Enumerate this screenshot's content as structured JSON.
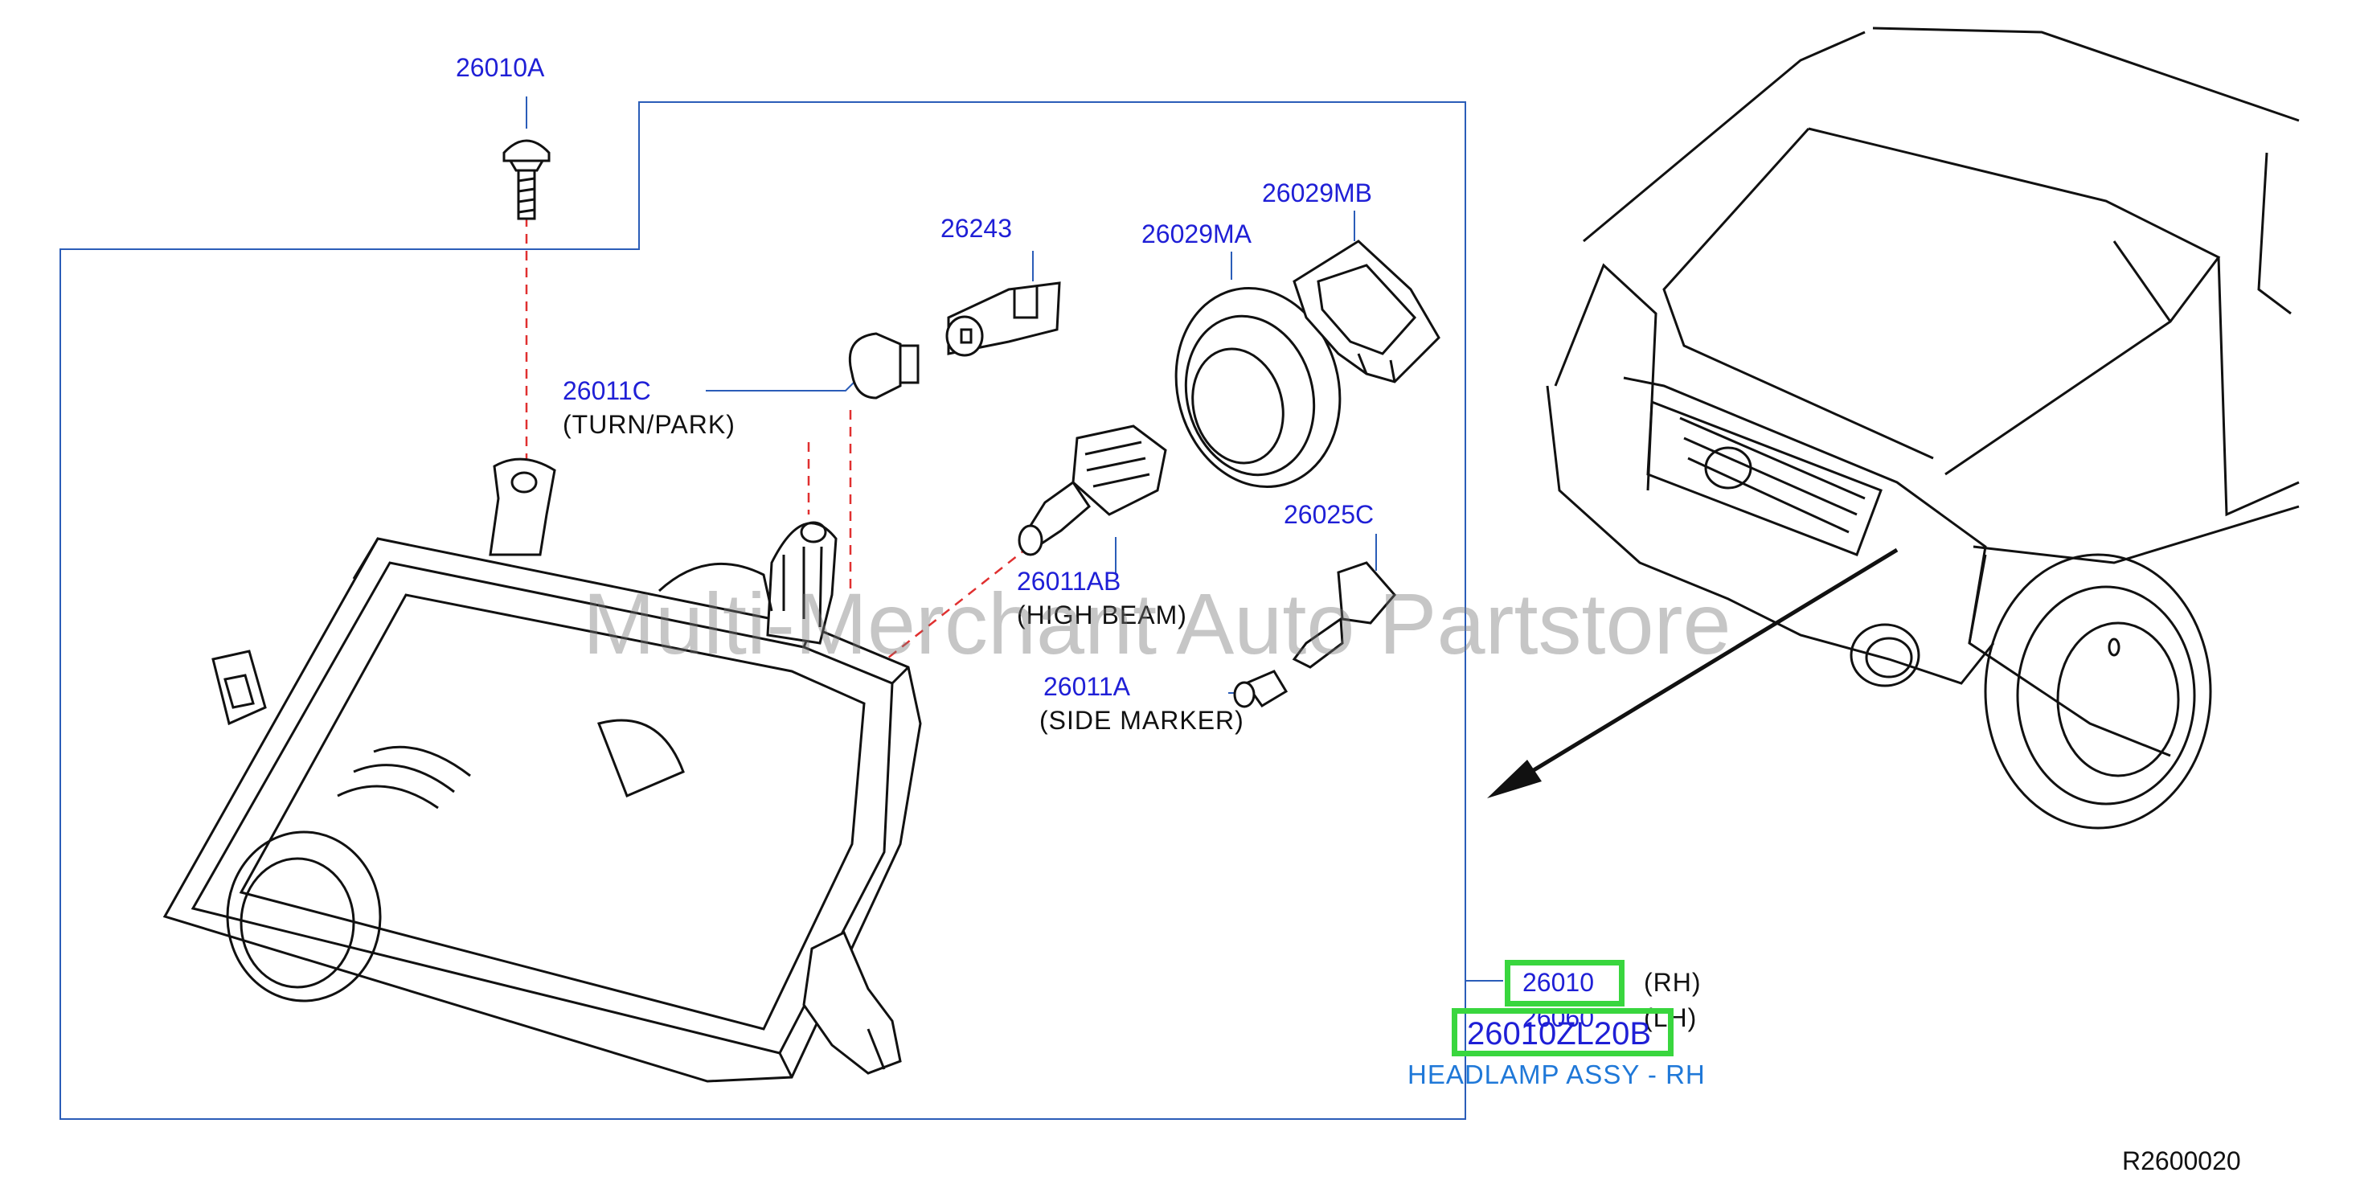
{
  "colors": {
    "part_number": "#1f1fd6",
    "highlight": "#39d63e",
    "assembly_text": "#1f78d8",
    "leader_dash": "#e03030"
  },
  "callouts": {
    "bolt": "26010A",
    "bulb_turn": "26011C",
    "bulb_turn_desc": "(TURN/PARK)",
    "socket": "26243",
    "seal": "26029MA",
    "retainer": "26029MB",
    "bulb_high": "26011AB",
    "bulb_high_desc": "(HIGH  BEAM)",
    "socket_marker": "26025C",
    "bulb_marker": "26011A",
    "bulb_marker_desc": "(SIDE  MARKER)",
    "assy_rh": "26010",
    "assy_rh_side": "(RH)",
    "assy_lh": "26060",
    "assy_lh_side": "(LH)"
  },
  "selected_part": {
    "number": "26010ZL20B",
    "name": "HEADLAMP ASSY - RH"
  },
  "watermark": "Multi-Merchant Auto Partstore",
  "reference": "R2600020"
}
